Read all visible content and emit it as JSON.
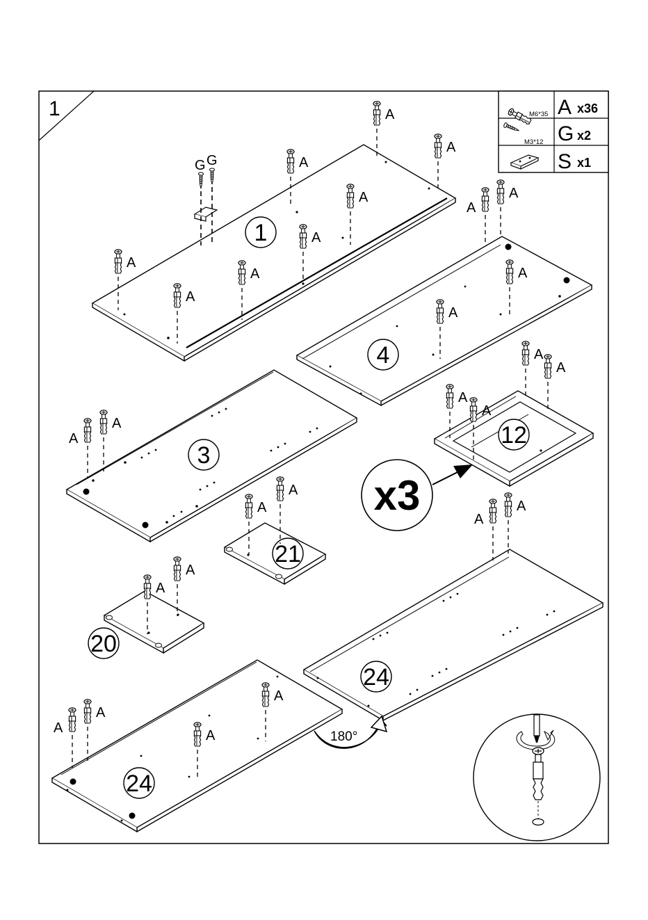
{
  "step": {
    "number": "1"
  },
  "parts_table": [
    {
      "id": "A",
      "qty": "x36",
      "spec": "M6*35",
      "icon": "cam-bolt-icon"
    },
    {
      "id": "G",
      "qty": "x2",
      "spec": "M3*12",
      "icon": "wood-screw-icon"
    },
    {
      "id": "S",
      "qty": "x1",
      "spec": "",
      "icon": "bracket-icon"
    }
  ],
  "panels": {
    "p1": "1",
    "p4": "4",
    "p3": "3",
    "p12": "12",
    "p21": "21",
    "p20": "20",
    "p24a": "24",
    "p24b": "24"
  },
  "labels": {
    "A": "A",
    "G": "G"
  },
  "multiplier": "x3",
  "rotation": "180°"
}
